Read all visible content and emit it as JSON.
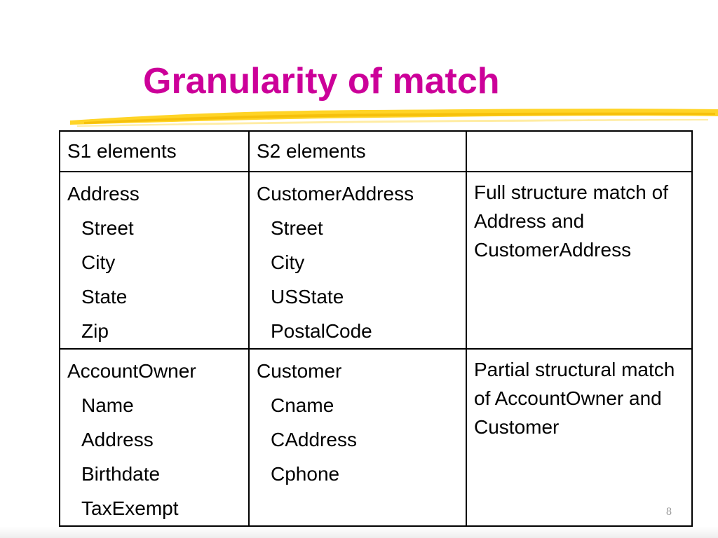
{
  "slide": {
    "title": "Granularity of match",
    "page_number": "8",
    "accent_color": "#cc0099",
    "underline_color": "#ffcc00"
  },
  "table": {
    "headers": [
      "S1 elements",
      "S2 elements",
      ""
    ],
    "rows": [
      {
        "s1": {
          "parent": "Address",
          "children": [
            "Street",
            "City",
            "State",
            "Zip"
          ]
        },
        "s2": {
          "parent": "CustomerAddress",
          "children": [
            "Street",
            "City",
            "USState",
            "PostalCode"
          ]
        },
        "description": "Full structure match of Address and CustomerAddress"
      },
      {
        "s1": {
          "parent": "AccountOwner",
          "children": [
            "Name",
            "Address",
            "Birthdate",
            "TaxExempt"
          ]
        },
        "s2": {
          "parent": "Customer",
          "children": [
            "Cname",
            "CAddress",
            "Cphone"
          ]
        },
        "description": "Partial structural match of AccountOwner and Customer"
      }
    ]
  }
}
